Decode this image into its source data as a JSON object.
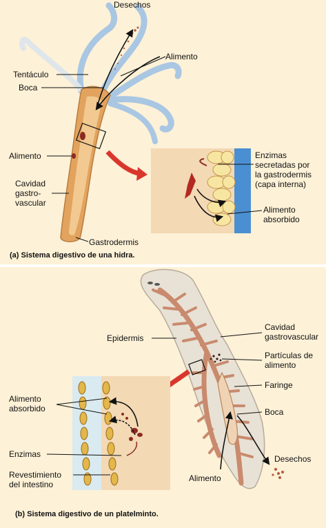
{
  "hydra": {
    "labels": {
      "desechos": "Desechos",
      "alimento_top": "Alimento",
      "tentaculo": "Tentáculo",
      "boca": "Boca",
      "alimento_left": "Alimento",
      "cavidad": "Cavidad\ngastro-\nvascular",
      "gastrodermis": "Gastrodermis",
      "enzimas": "Enzimas\nsecretadas por\nla gastrodermis\n(capa interna)",
      "alimento_absorbido": "Alimento\nabsorbido"
    },
    "caption": "(a) Sistema digestivo de una hidra."
  },
  "planaria": {
    "labels": {
      "epidermis": "Epidermis",
      "cavidad": "Cavidad\ngastrovascular",
      "particulas": "Partículas de\nalimento",
      "faringe": "Faringe",
      "boca": "Boca",
      "desechos": "Desechos",
      "alimento": "Alimento",
      "alimento_absorbido": "Alimento\nabsorbido",
      "enzimas": "Enzimas",
      "revestimiento": "Revestimiento\ndel intestino"
    },
    "caption": "(b) Sistema digestivo de un platelminto."
  },
  "colors": {
    "background": "#fdf1d7",
    "gastrodermis": "#e2a35e",
    "tentacle": "#a9c7e3",
    "planaria_body": "#e8e1d5",
    "gut": "#c98a6e",
    "arrow_red": "#d9372c",
    "inset_bg": "#f3d9b4",
    "food": "#8c2a22"
  }
}
